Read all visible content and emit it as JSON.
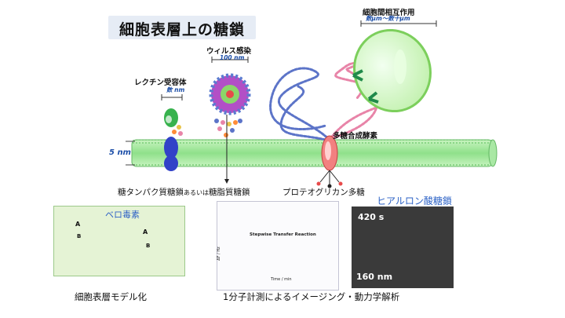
{
  "title": "細胞表層上の糖鎖",
  "labels": {
    "lectin": "レクチン受容体",
    "lectin_size": "数 nm",
    "virus": "ウィルス感染",
    "virus_size": "100 nm",
    "cell_interaction": "細胞間相互作用",
    "cell_size": "数μm〜数十μm",
    "polysaccharide_enzyme": "多糖合成酵素",
    "membrane_thickness": "5 nm"
  },
  "captions": {
    "glycoprotein_prefix": "糖タンパク質糖鎖",
    "glycoprotein_or": "あるいは",
    "glycolipid": "糖脂質糖鎖",
    "proteoglycan": "プロテオグリカン多糖",
    "hyaluronan": "ヒアルロン酸糖鎖"
  },
  "panel_left": {
    "title": "ベロ毒素",
    "subunit_a": "A",
    "subunit_b": "B"
  },
  "panel_mid": {
    "heading": "Stepwise Transfer Reaction",
    "x_axis": "Time / min",
    "y_axis": "ΔF / Hz"
  },
  "panel_img": {
    "time": "420 s",
    "scale": "160 nm"
  },
  "bottom": {
    "left": "細胞表層モデル化",
    "right": "1分子計測によるイメージング・動力学解析"
  },
  "colors": {
    "membrane": "#8fe08a",
    "chain_blue": "#5c74c8",
    "chain_pink": "#e884a8",
    "cell_green": "#d6f7c6",
    "accent_blue": "#1d4fa8"
  }
}
